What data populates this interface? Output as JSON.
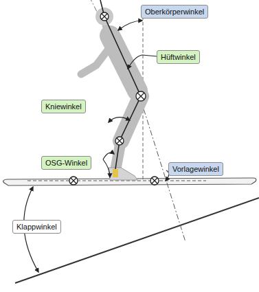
{
  "diagram": {
    "nodes": [
      {
        "text": [
          "Oberkörperwinkel"
        ]
      },
      {
        "text": [
          "Hüftwinkel"
        ]
      },
      {
        "text": [
          "Kniewinkel"
        ]
      },
      {
        "text": [
          "OSG-Winkel"
        ]
      },
      {
        "text": [
          "Vorlagewinkel"
        ]
      },
      {
        "text": [
          "Klappwinkel"
        ]
      }
    ]
  }
}
